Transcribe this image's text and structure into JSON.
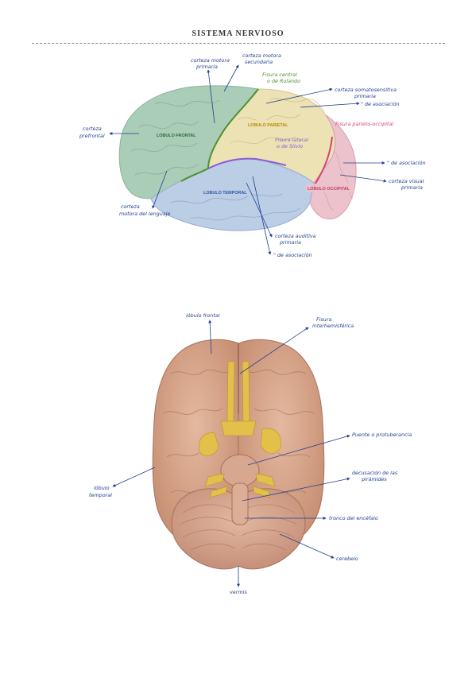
{
  "page": {
    "title": "SISTEMA NERVIOSO"
  },
  "lateral": {
    "lobes": {
      "frontal": "LOBULO FRONTAL",
      "parietal": "LOBULO PARIETAL",
      "temporal": "LOBULO TEMPORAL",
      "occipital": "LOBULO OCCIPITAL"
    },
    "fissures": {
      "central_1": "Fisura central",
      "central_2": "o de Rolando",
      "lateral_1": "Fisura lateral",
      "lateral_2": "o de Silvio",
      "parieto": "Fisura parieto-occipital"
    },
    "labels": {
      "motora_primaria_1": "corteza motora",
      "motora_primaria_2": "primaria",
      "motora_secundaria_1": "corteza motora",
      "motora_secundaria_2": "secundaria",
      "somato_1": "corteza somatosensitiva",
      "somato_2": "primaria",
      "somato_asoc": "\" de asociación",
      "prefrontal_1": "corteza",
      "prefrontal_2": "prefrontal",
      "lenguaje_1": "corteza",
      "lenguaje_2": "motora del lenguaje",
      "auditiva_1": "corteza auditiva",
      "auditiva_2": "primaria",
      "auditiva_asoc": "\" de asociación",
      "visual_asoc": "\" de asociación",
      "visual_1": "corteza visual",
      "visual_2": "primaria"
    }
  },
  "inferior": {
    "labels": {
      "frontal": "lóbulo frontal",
      "fisura_1": "Fisura",
      "fisura_2": "interhemisférica",
      "puente": "Puente o protuberancia",
      "decusacion_1": "decusación de las",
      "decusacion_2": "pirámides",
      "temporal_1": "lóbulo",
      "temporal_2": "temporal",
      "tronco": "tronco del encéfalo",
      "cerebelo": "cerebelo",
      "vermis": "vermis"
    }
  },
  "colors": {
    "ink": "#1f3f8f",
    "frontal": "#a9cdb7",
    "parietal": "#ece2b4",
    "temporal": "#bccde6",
    "occipital": "#ecc3cc",
    "central": "#4e8f2f",
    "lateral": "#8a5cd6",
    "parieto": "#d8407b",
    "nerves": "#e3c04a",
    "brain": "#d8a98e"
  }
}
